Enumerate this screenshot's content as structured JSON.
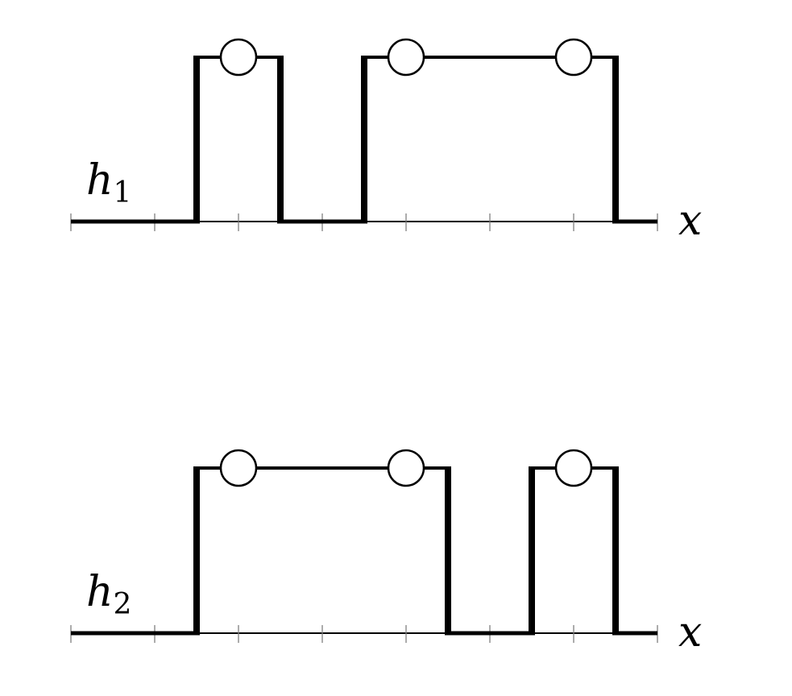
{
  "axis_label": "x",
  "tick_count": 8,
  "x_range": [
    0,
    7
  ],
  "signals": [
    {
      "name": "h",
      "subscript": "1",
      "high_intervals": [
        [
          1.5,
          2.5
        ],
        [
          3.5,
          6.5
        ]
      ],
      "circles_at": [
        2,
        4,
        6
      ]
    },
    {
      "name": "h",
      "subscript": "2",
      "high_intervals": [
        [
          1.5,
          4.5
        ],
        [
          5.5,
          6.5
        ]
      ],
      "circles_at": [
        2,
        4,
        6
      ]
    }
  ],
  "colors": {
    "line": "#000000",
    "tick": "#808080",
    "circle_fill": "#ffffff"
  }
}
